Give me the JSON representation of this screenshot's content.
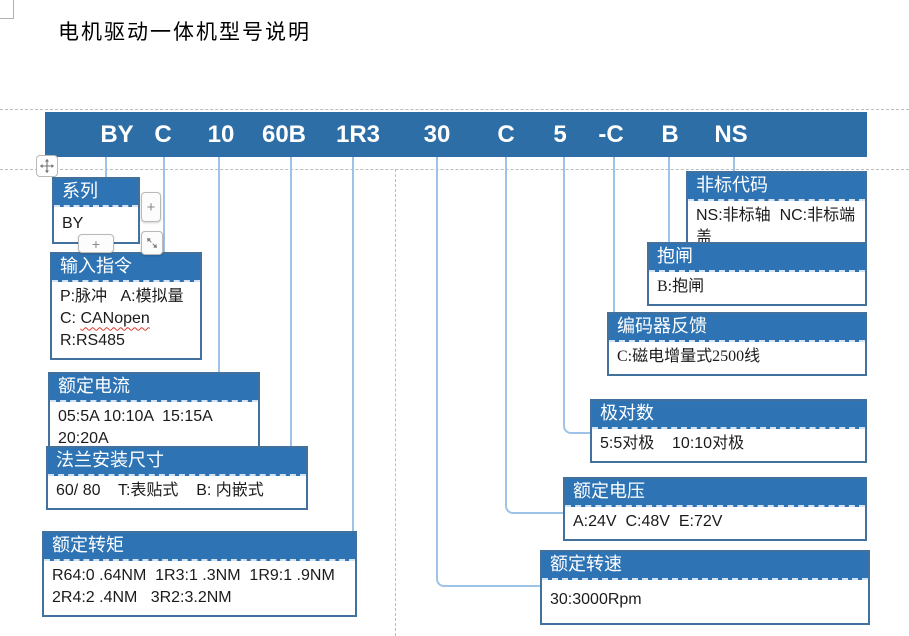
{
  "title": "电机驱动一体机型号说明",
  "model_bar": {
    "segments": [
      "BY",
      "C",
      "10",
      "60B",
      "1R3",
      "30",
      "C",
      "5",
      "-C",
      "B",
      "NS"
    ]
  },
  "widgets": {
    "plus_right": "+",
    "plus_bottom": "+"
  },
  "boxes": {
    "series": {
      "title": "系列",
      "line1": "BY"
    },
    "input_cmd": {
      "title": "输入指令",
      "line1": "P:脉冲   A:模拟量",
      "line2_prefix": "C: ",
      "line2_word": "CANopen",
      "line3": "R:RS485"
    },
    "rated_current": {
      "title": "额定电流",
      "line1": "05:5A 10:10A  15:15A 20:20A"
    },
    "flange": {
      "title": "法兰安装尺寸",
      "line1": "60/ 80    T:表贴式    B: 内嵌式"
    },
    "rated_torque": {
      "title": "额定转矩",
      "line1": "R64:0 .64NM  1R3:1 .3NM  1R9:1 .9NM",
      "line2": "2R4:2 .4NM   3R2:3.2NM"
    },
    "nonstandard": {
      "title": "非标代码",
      "line1": "NS:非标轴  NC:非标端盖"
    },
    "brake": {
      "title": "抱闸",
      "line1": "B:抱闸"
    },
    "encoder": {
      "title": "编码器反馈",
      "line1": "C:磁电增量式2500线"
    },
    "pole_pairs": {
      "title": "极对数",
      "line1": "5:5对极    10:10对极"
    },
    "rated_voltage": {
      "title": "额定电压",
      "line1": "A:24V  C:48V  E:72V"
    },
    "rated_speed": {
      "title": "额定转速",
      "line1": "30:3000Rpm"
    }
  },
  "colors": {
    "bar_blue": "#2e6ea6",
    "header_blue": "#2e74b5",
    "border_blue": "#41719c",
    "connector_blue": "#9dc3e6",
    "squiggle_red": "#d83a2e"
  }
}
